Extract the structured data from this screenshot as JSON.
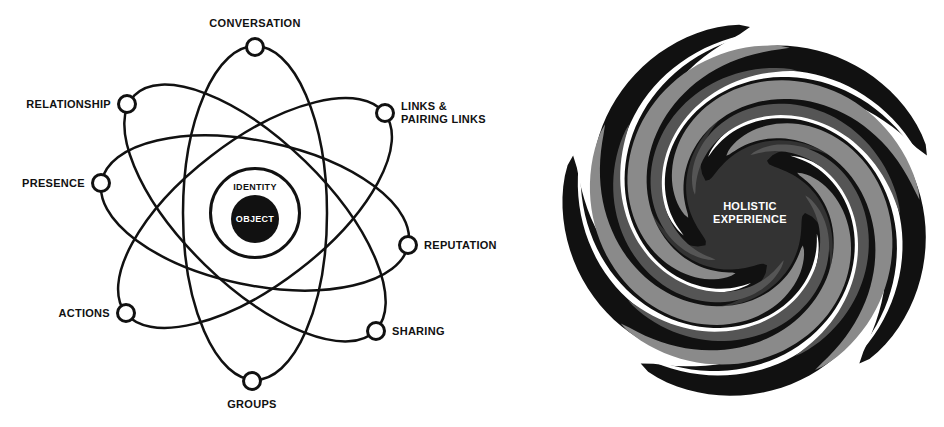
{
  "diagram": {
    "nodes": [
      {
        "text": [
          "CONVERSATION"
        ]
      },
      {
        "text": [
          "RELATIONSHIP"
        ]
      },
      {
        "text": [
          "LINKS & PAIRING LINKS"
        ]
      },
      {
        "text": [
          "IDENTITY"
        ]
      },
      {
        "text": [
          "OBJECT"
        ],
        "in": 3
      },
      {
        "text": [
          "PRESENCE"
        ]
      },
      {
        "text": [
          "REPUTATION"
        ]
      },
      {
        "text": [
          "ACTIONS"
        ]
      },
      {
        "text": [
          "SHARING"
        ]
      },
      {
        "text": [
          "GROUPS"
        ]
      },
      {
        "text": [
          "HOLISTIC EXPERIENCE"
        ]
      }
    ]
  }
}
